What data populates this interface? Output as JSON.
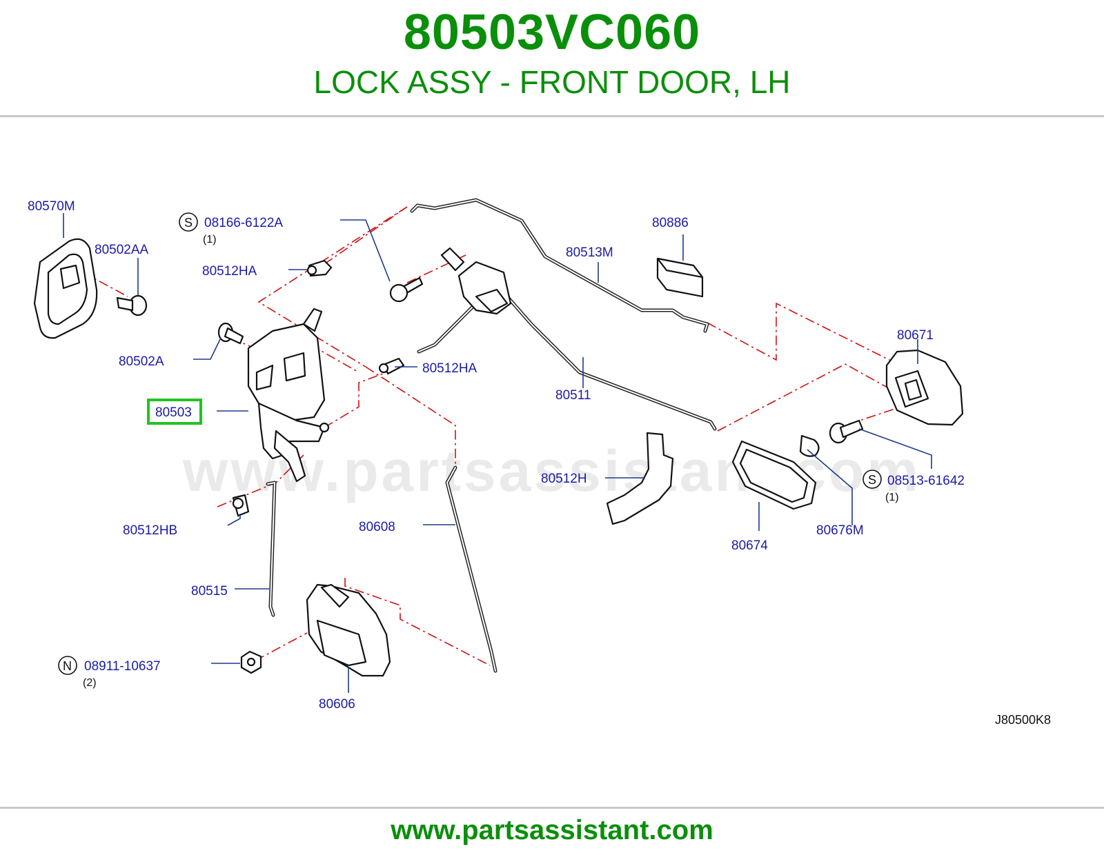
{
  "header": {
    "part_number": "80503VC060",
    "part_description": "LOCK ASSY - FRONT DOOR, LH"
  },
  "watermark": "www.partsassistant.com",
  "footer": {
    "url": "www.partsassistant.com"
  },
  "diagram": {
    "code": "J80500K8",
    "highlight_color": "#22c322",
    "labels": {
      "p80570M": "80570M",
      "p80502AA": "80502AA",
      "p08166": "08166-6122A",
      "p08166_qty": "(1)",
      "p08166_sym": "S",
      "p80512HA_top": "80512HA",
      "p80502A": "80502A",
      "p80503": "80503",
      "p80512HA_mid": "80512HA",
      "p80513M": "80513M",
      "p80886": "80886",
      "p80511": "80511",
      "p80671": "80671",
      "p80512H": "80512H",
      "p08513": "08513-61642",
      "p08513_qty": "(1)",
      "p08513_sym": "S",
      "p80674": "80674",
      "p80676M": "80676M",
      "p80512HB": "80512HB",
      "p80608": "80608",
      "p80515": "80515",
      "p08911": "08911-10637",
      "p08911_qty": "(2)",
      "p08911_sym": "N",
      "p80606": "80606"
    }
  }
}
